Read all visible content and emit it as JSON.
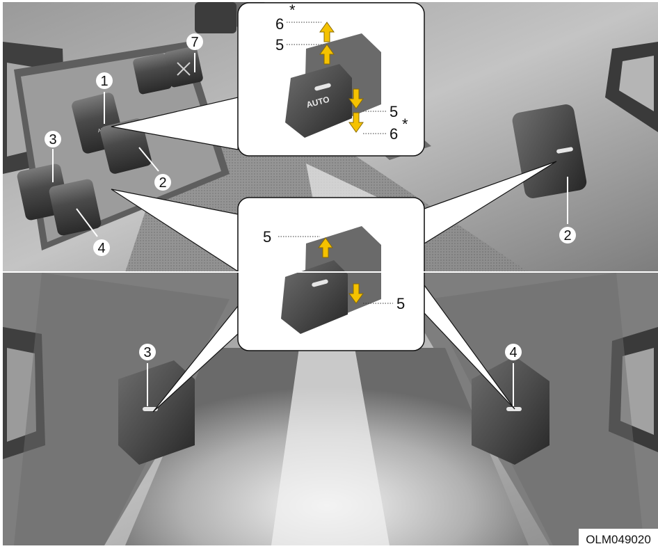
{
  "figure_code": "OLM049020",
  "auto_label": "AUTO",
  "callouts": {
    "c1": "1",
    "c2_top": "2",
    "c3_top": "3",
    "c4_top": "4",
    "c7": "7",
    "c2_right": "2",
    "c3_bottom": "3",
    "c4_bottom": "4"
  },
  "zoom_top": {
    "up1": "5",
    "up2": "6",
    "down1": "5",
    "down2": "6",
    "asterisk": "*"
  },
  "zoom_mid": {
    "up": "5",
    "down": "5"
  },
  "colors": {
    "arrow": "#f5c200",
    "panel_dark": "#4a4a4a",
    "panel_light": "#c8c8c8",
    "callout_bg": "#ffffff"
  }
}
